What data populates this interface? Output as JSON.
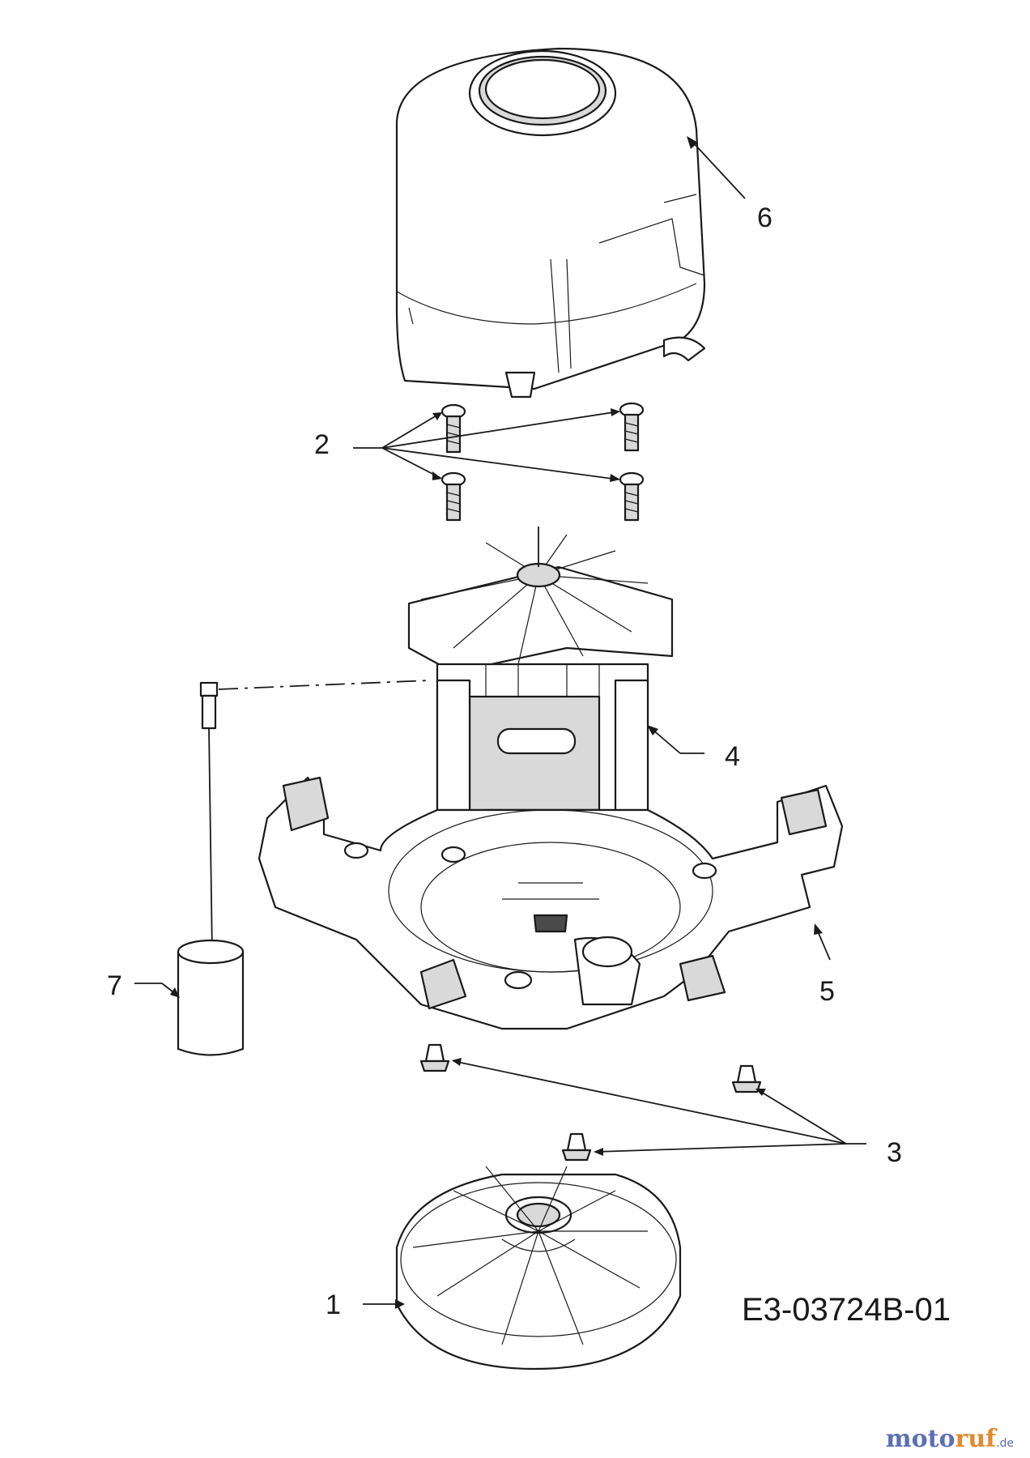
{
  "diagram": {
    "drawing_code": "E3-03724B-01",
    "callouts": [
      "1",
      "2",
      "3",
      "4",
      "5",
      "6",
      "7"
    ]
  },
  "watermark": {
    "text_part1": "moto",
    "text_part2": "ruf",
    "suffix": ".de"
  }
}
